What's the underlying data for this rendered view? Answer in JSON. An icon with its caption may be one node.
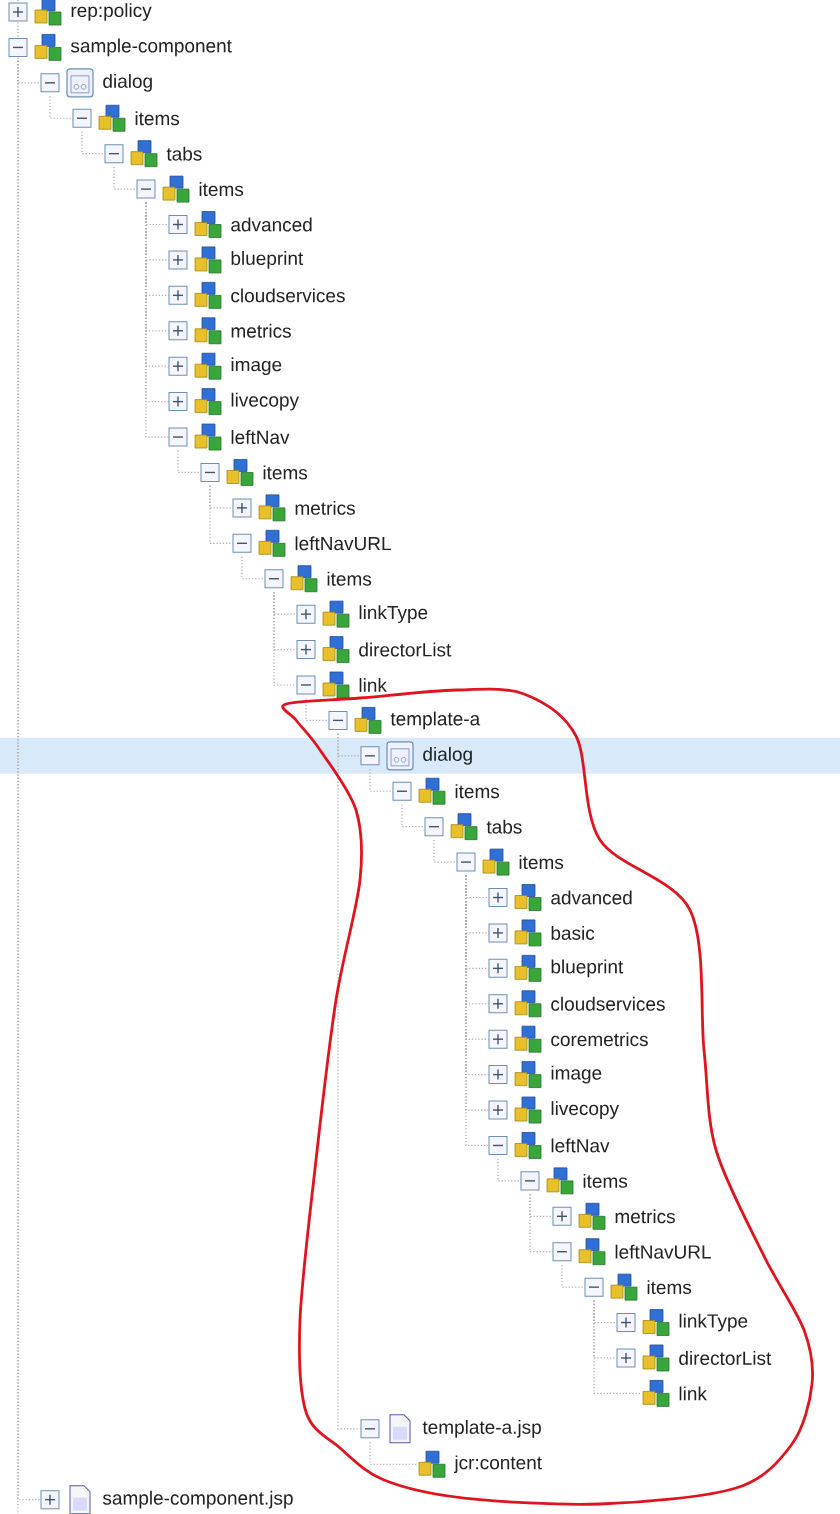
{
  "diagram": {
    "nodes": [
      {
        "text": [
          "rep:policy"
        ]
      },
      {
        "text": [
          "sample-component"
        ]
      },
      {
        "text": [
          "dialog"
        ]
      },
      {
        "text": [
          "items"
        ]
      },
      {
        "text": [
          "tabs"
        ]
      },
      {
        "text": [
          "items"
        ]
      },
      {
        "text": [
          "advanced"
        ]
      },
      {
        "text": [
          "blueprint"
        ]
      },
      {
        "text": [
          "cloudservices"
        ]
      },
      {
        "text": [
          "metrics"
        ]
      },
      {
        "text": [
          "image"
        ]
      },
      {
        "text": [
          "livecopy"
        ]
      },
      {
        "text": [
          "leftNav"
        ]
      },
      {
        "text": [
          "items"
        ]
      },
      {
        "text": [
          "metrics"
        ]
      },
      {
        "text": [
          "leftNavURL"
        ]
      },
      {
        "text": [
          "items"
        ]
      },
      {
        "text": [
          "linkType"
        ]
      },
      {
        "text": [
          "directorList"
        ]
      },
      {
        "text": [
          "link"
        ]
      },
      {
        "text": [
          "template-a"
        ]
      },
      {
        "text": [
          "dialog"
        ]
      },
      {
        "text": [
          "items"
        ]
      },
      {
        "text": [
          "tabs"
        ]
      },
      {
        "text": [
          "items"
        ]
      },
      {
        "text": [
          "advanced"
        ]
      },
      {
        "text": [
          "basic"
        ]
      },
      {
        "text": [
          "blueprint"
        ]
      },
      {
        "text": [
          "cloudservices"
        ]
      },
      {
        "text": [
          "coremetrics"
        ]
      },
      {
        "text": [
          "image"
        ]
      },
      {
        "text": [
          "livecopy"
        ]
      },
      {
        "text": [
          "leftNav"
        ]
      },
      {
        "text": [
          "items"
        ]
      },
      {
        "text": [
          "metrics"
        ]
      },
      {
        "text": [
          "leftNavURL"
        ]
      },
      {
        "text": [
          "items"
        ]
      },
      {
        "text": [
          "linkType"
        ]
      },
      {
        "text": [
          "directorList"
        ]
      },
      {
        "text": [
          "link"
        ]
      },
      {
        "text": [
          "template-a.jsp"
        ]
      },
      {
        "text": [
          "jcr:content"
        ]
      },
      {
        "text": [
          "sample-component.jsp"
        ]
      }
    ],
    "edges": [
      {
        "from": 1,
        "to": 2,
        "arrow": "none"
      },
      {
        "from": 2,
        "to": 3,
        "arrow": "none"
      },
      {
        "from": 3,
        "to": 4,
        "arrow": "none"
      },
      {
        "from": 4,
        "to": 5,
        "arrow": "none"
      },
      {
        "from": 5,
        "to": 6,
        "arrow": "none"
      },
      {
        "from": 5,
        "to": 7,
        "arrow": "none"
      },
      {
        "from": 5,
        "to": 8,
        "arrow": "none"
      },
      {
        "from": 5,
        "to": 9,
        "arrow": "none"
      },
      {
        "from": 5,
        "to": 10,
        "arrow": "none"
      },
      {
        "from": 5,
        "to": 11,
        "arrow": "none"
      },
      {
        "from": 5,
        "to": 12,
        "arrow": "none"
      },
      {
        "from": 12,
        "to": 13,
        "arrow": "none"
      },
      {
        "from": 13,
        "to": 14,
        "arrow": "none"
      },
      {
        "from": 13,
        "to": 15,
        "arrow": "none"
      },
      {
        "from": 15,
        "to": 16,
        "arrow": "none"
      },
      {
        "from": 16,
        "to": 17,
        "arrow": "none"
      },
      {
        "from": 16,
        "to": 18,
        "arrow": "none"
      },
      {
        "from": 16,
        "to": 19,
        "arrow": "none"
      },
      {
        "from": 19,
        "to": 20,
        "arrow": "none"
      },
      {
        "from": 20,
        "to": 21,
        "arrow": "none"
      },
      {
        "from": 21,
        "to": 22,
        "arrow": "none"
      },
      {
        "from": 22,
        "to": 23,
        "arrow": "none"
      },
      {
        "from": 23,
        "to": 24,
        "arrow": "none"
      },
      {
        "from": 24,
        "to": 25,
        "arrow": "none"
      },
      {
        "from": 24,
        "to": 26,
        "arrow": "none"
      },
      {
        "from": 24,
        "to": 27,
        "arrow": "none"
      },
      {
        "from": 24,
        "to": 28,
        "arrow": "none"
      },
      {
        "from": 24,
        "to": 29,
        "arrow": "none"
      },
      {
        "from": 24,
        "to": 30,
        "arrow": "none"
      },
      {
        "from": 24,
        "to": 31,
        "arrow": "none"
      },
      {
        "from": 24,
        "to": 32,
        "arrow": "none"
      },
      {
        "from": 32,
        "to": 33,
        "arrow": "none"
      },
      {
        "from": 33,
        "to": 34,
        "arrow": "none"
      },
      {
        "from": 33,
        "to": 35,
        "arrow": "none"
      },
      {
        "from": 35,
        "to": 36,
        "arrow": "none"
      },
      {
        "from": 36,
        "to": 37,
        "arrow": "none"
      },
      {
        "from": 36,
        "to": 38,
        "arrow": "none"
      },
      {
        "from": 36,
        "to": 39,
        "arrow": "none"
      },
      {
        "from": 20,
        "to": 40,
        "arrow": "none"
      },
      {
        "from": 40,
        "to": 41,
        "arrow": "none"
      },
      {
        "from": 1,
        "to": 42,
        "arrow": "none"
      }
    ]
  }
}
